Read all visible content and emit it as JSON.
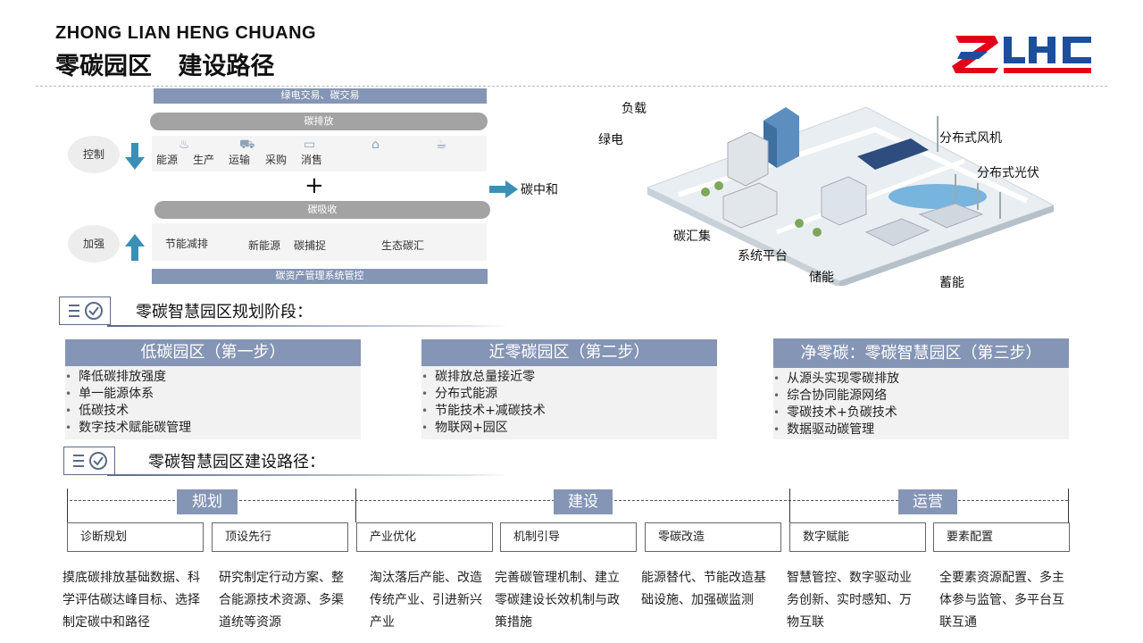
{
  "header": {
    "company_en": "ZHONG LIAN HENG CHUANG",
    "title_cn": "零碳园区 建设路径",
    "logo_text": "LHC"
  },
  "diagram": {
    "top_bar": "绿电交易、碳交易",
    "emission_pill": "碳排放",
    "control_label": "控制",
    "emission_items": [
      "能源",
      "生产",
      "运输",
      "采购",
      "消售"
    ],
    "plus": "+",
    "neutral_label": "碳中和",
    "absorb_pill": "碳吸收",
    "enhance_label": "加强",
    "absorb_items": [
      "节能减排",
      "新能源",
      "碳捕捉",
      "生态碳汇"
    ],
    "bottom_bar": "碳资产管理系统管控"
  },
  "illustration_labels": {
    "load": "负载",
    "green_power": "绿电",
    "wind": "分布式风机",
    "solar": "分布式光伏",
    "carbon_sink": "碳汇集",
    "platform": "系统平台",
    "storage": "储能",
    "heat_storage": "蓄能"
  },
  "planning": {
    "section_title": "零碳智慧园区规划阶段：",
    "stages": [
      {
        "title": "低碳园区（第一步）",
        "items": [
          "降低碳排放强度",
          "单一能源体系",
          "低碳技术",
          "数字技术赋能碳管理"
        ]
      },
      {
        "title": "近零碳园区（第二步）",
        "items": [
          "碳排放总量接近零",
          "分布式能源",
          "节能技术+减碳技术",
          "物联网+园区"
        ]
      },
      {
        "title": "净零碳：零碳智慧园区（第三步）",
        "items": [
          "从源头实现零碳排放",
          "综合协同能源网络",
          "零碳技术+负碳技术",
          "数据驱动碳管理"
        ]
      }
    ]
  },
  "path": {
    "section_title": "零碳智慧园区建设路径：",
    "phases": [
      "规划",
      "建设",
      "运营"
    ],
    "steps": [
      {
        "name": "诊断规划",
        "desc": "摸底碳排放基础数据、科学评估碳达峰目标、选择制定碳中和路径"
      },
      {
        "name": "顶设先行",
        "desc": "研究制定行动方案、整合能源技术资源、多渠道统等资源"
      },
      {
        "name": "产业优化",
        "desc": "淘汰落后产能、改造传统产业、引进新兴产业"
      },
      {
        "name": "机制引导",
        "desc": "完善碳管理机制、建立零碳建设长效机制与政策措施"
      },
      {
        "name": "零碳改造",
        "desc": "能源替代、节能改造基础设施、加强碳监测"
      },
      {
        "name": "数字赋能",
        "desc": "智慧管控、数字驱动业务创新、实时感知、万物互联"
      },
      {
        "name": "要素配置",
        "desc": "全要素资源配置、多主体参与监管、多平台互联互通"
      }
    ]
  },
  "colors": {
    "accent": "#8595b5",
    "logo_red": "#e2001a",
    "logo_blue": "#1d4e9e",
    "arrow": "#3a8fb7"
  }
}
